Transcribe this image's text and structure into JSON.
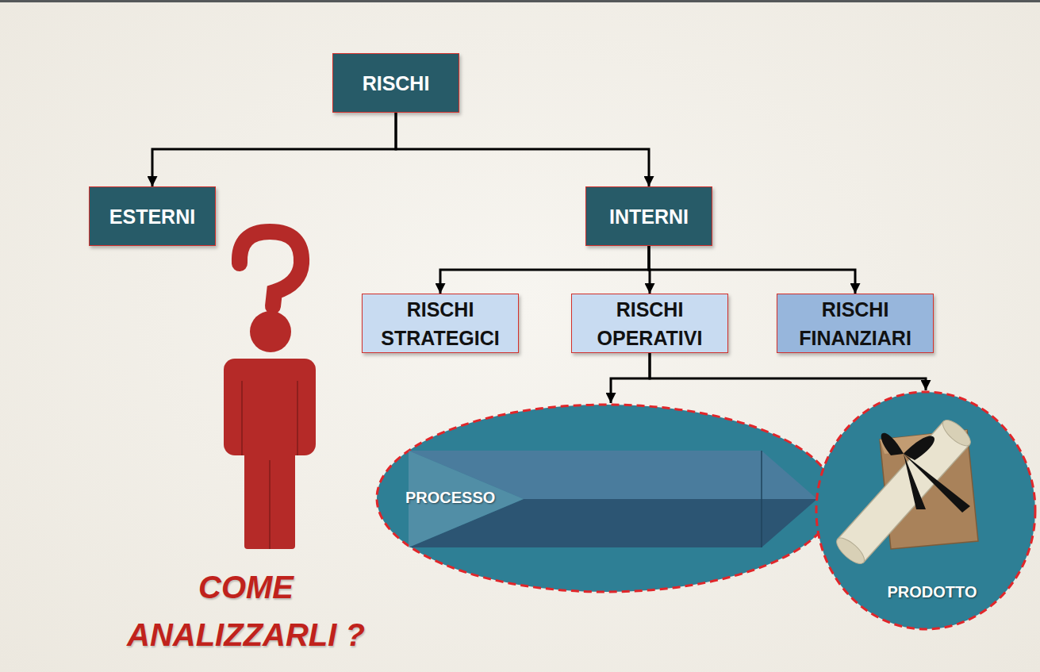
{
  "diagram": {
    "nodes": [
      {
        "text": [
          "RISCHI"
        ]
      },
      {
        "text": [
          "ESTERNI"
        ]
      },
      {
        "text": [
          "INTERNI"
        ]
      },
      {
        "text": [
          "RISCHI STRATEGICI"
        ]
      },
      {
        "text": [
          "RISCHI OPERATIVI"
        ]
      },
      {
        "text": [
          "RISCHI FINANZIARI"
        ]
      },
      {
        "text": [
          "PROCESSO"
        ]
      },
      {
        "text": [
          "PRODOTTO"
        ]
      }
    ],
    "edges": [
      {
        "from": 0,
        "to": 1,
        "arrow": "to"
      },
      {
        "from": 0,
        "to": 2,
        "arrow": "to"
      },
      {
        "from": 2,
        "to": 3,
        "arrow": "to"
      },
      {
        "from": 2,
        "to": 4,
        "arrow": "to"
      },
      {
        "from": 2,
        "to": 5,
        "arrow": "to"
      },
      {
        "from": 4,
        "to": 6,
        "arrow": "to"
      },
      {
        "from": 4,
        "to": 7,
        "arrow": "to"
      }
    ],
    "labels": [
      "COME ANALIZZARLI ?"
    ]
  }
}
